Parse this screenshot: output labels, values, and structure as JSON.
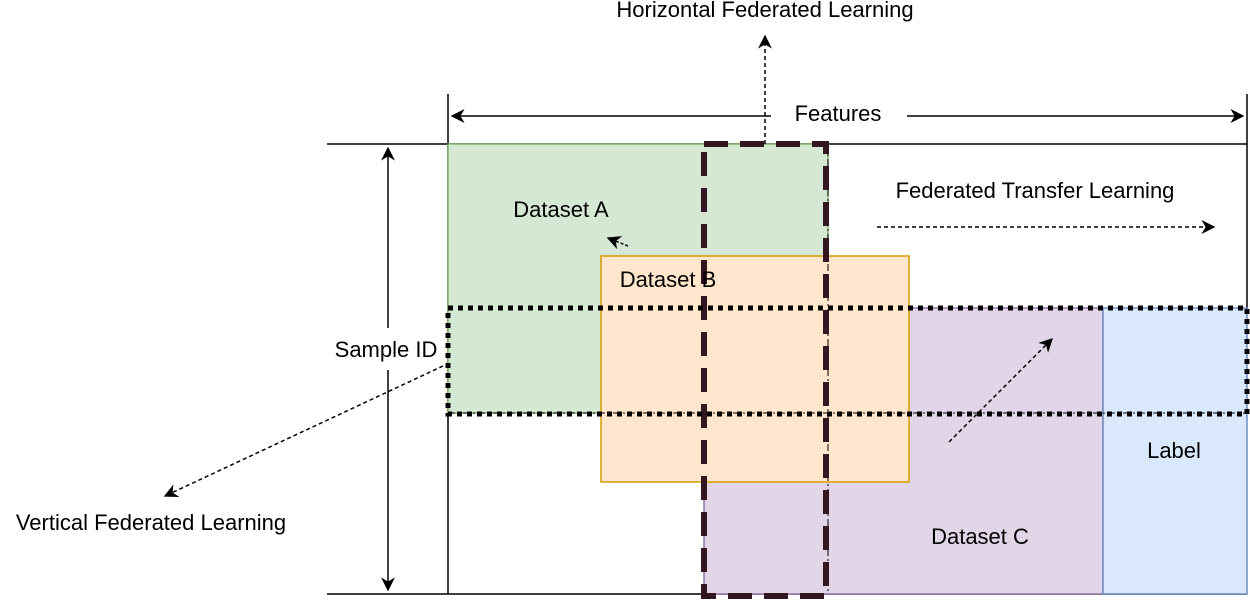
{
  "labels": {
    "horizontal_fl": "Horizontal Federated Learning",
    "features": "Features",
    "transfer_fl": "Federated Transfer Learning",
    "dataset_a": "Dataset A",
    "dataset_b": "Dataset B",
    "dataset_c": "Dataset C",
    "sample_id": "Sample ID",
    "label": "Label",
    "vertical_fl": "Vertical Federated Learning"
  },
  "colors": {
    "dataset_a_fill": "#d5e8d4",
    "dataset_a_stroke": "#82b366",
    "dataset_b_fill": "#ffe6cc",
    "dataset_b_stroke": "#d79b00",
    "dataset_c_fill": "#e1d5e7",
    "dataset_c_stroke": "#9673a6",
    "label_fill": "#dae8fc",
    "label_stroke": "#6c8ebf",
    "vertical_region_stroke": "#33161f",
    "line": "#000000"
  }
}
